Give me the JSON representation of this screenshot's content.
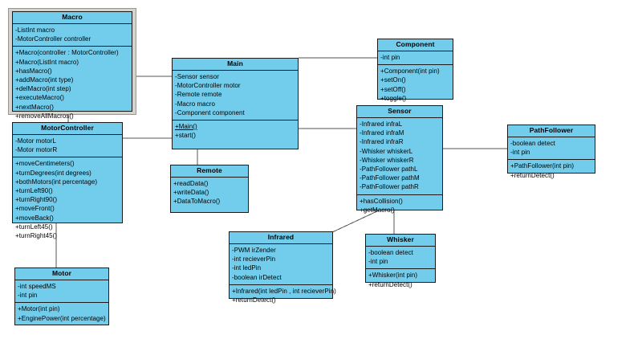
{
  "diagram": {
    "title": "UML Class Diagram",
    "colors": {
      "class_fill": "#72CDEC",
      "class_border": "#1a1a1a",
      "selection_frame": "#d6d3ce",
      "connector": "#555555",
      "canvas_background": "#ffffff"
    },
    "classes": [
      {
        "id": "macro",
        "name": "Macro",
        "selected": true,
        "attributes": [
          "-ListInt macro",
          "-MotorController controller"
        ],
        "methods": [
          "+Macro(controller : MotorController)",
          "+Macro(ListInt macro)",
          "+hasMacro()",
          "+addMacro(int type)",
          "+delMacro(int step)",
          "+executeMacro()",
          "+nextMacro()",
          "+removeAllMacros()"
        ]
      },
      {
        "id": "motorcontroller",
        "name": "MotorController",
        "selected": false,
        "attributes": [
          "-Motor motorL",
          "-Motor motorR"
        ],
        "methods": [
          "+moveCentimeters()",
          "+turnDegrees(int degrees)",
          "+bothMotors(int percentage)",
          "+turnLeft90()",
          "+turnRight90()",
          "+moveFront()",
          "+moveBack()",
          "+turnLeft45()",
          "+turnRight45()"
        ]
      },
      {
        "id": "motor",
        "name": "Motor",
        "selected": false,
        "attributes": [
          "-int speedMS",
          "-int pin"
        ],
        "methods": [
          "+Motor(int pin)",
          "+EnginePower(int percentage)"
        ]
      },
      {
        "id": "main",
        "name": "Main",
        "selected": false,
        "attributes": [
          "-Sensor sensor",
          "-MotorController motor",
          "-Remote remote",
          "-Macro macro",
          "-Component component"
        ],
        "methods": [
          "+Main()",
          "+start()"
        ],
        "static_methods": [
          "+Main()"
        ]
      },
      {
        "id": "remote",
        "name": "Remote",
        "selected": false,
        "attributes": [],
        "methods": [
          "+readData()",
          "+writeData()",
          "+DataToMacro()"
        ]
      },
      {
        "id": "component",
        "name": "Component",
        "selected": false,
        "attributes": [
          "-int pin"
        ],
        "methods": [
          "+Component(int pin)",
          "+setOn()",
          "+setOff()",
          "+toggle()"
        ]
      },
      {
        "id": "sensor",
        "name": "Sensor",
        "selected": false,
        "attributes": [
          "-Infrared infraL",
          "-Infrared infraM",
          "-Infrared infraR",
          "-Whisker whiskerL",
          "-Whisker whiskerR",
          "-PathFollower pathL",
          "-PathFollower pathM",
          "-PathFollower pathR"
        ],
        "methods": [
          "+hasCollision()",
          "+getMacro()"
        ]
      },
      {
        "id": "pathfollower",
        "name": "PathFollower",
        "selected": false,
        "attributes": [
          "-boolean detect",
          "-int pin"
        ],
        "methods": [
          "+PathFollower(int pin)",
          "+returnDetect()"
        ]
      },
      {
        "id": "infrared",
        "name": "Infrared",
        "selected": false,
        "attributes": [
          "-PWM irZender",
          "-int recieverPin",
          "-int ledPin",
          "-boolean irDetect"
        ],
        "methods": [
          "+Infrared(int ledPin , int recieverPin)",
          "+returnDetect()"
        ]
      },
      {
        "id": "whisker",
        "name": "Whisker",
        "selected": false,
        "attributes": [
          "-boolean detect",
          "-int pin"
        ],
        "methods": [
          "+Whisker(int pin)",
          "+returnDetect()"
        ]
      }
    ],
    "associations": [
      {
        "from": "macro",
        "to": "main"
      },
      {
        "from": "macro",
        "to": "motorcontroller"
      },
      {
        "from": "motorcontroller",
        "to": "main"
      },
      {
        "from": "motorcontroller",
        "to": "motor"
      },
      {
        "from": "main",
        "to": "component"
      },
      {
        "from": "main",
        "to": "sensor"
      },
      {
        "from": "main",
        "to": "remote"
      },
      {
        "from": "sensor",
        "to": "pathfollower"
      },
      {
        "from": "sensor",
        "to": "infrared"
      },
      {
        "from": "sensor",
        "to": "whisker"
      }
    ]
  }
}
